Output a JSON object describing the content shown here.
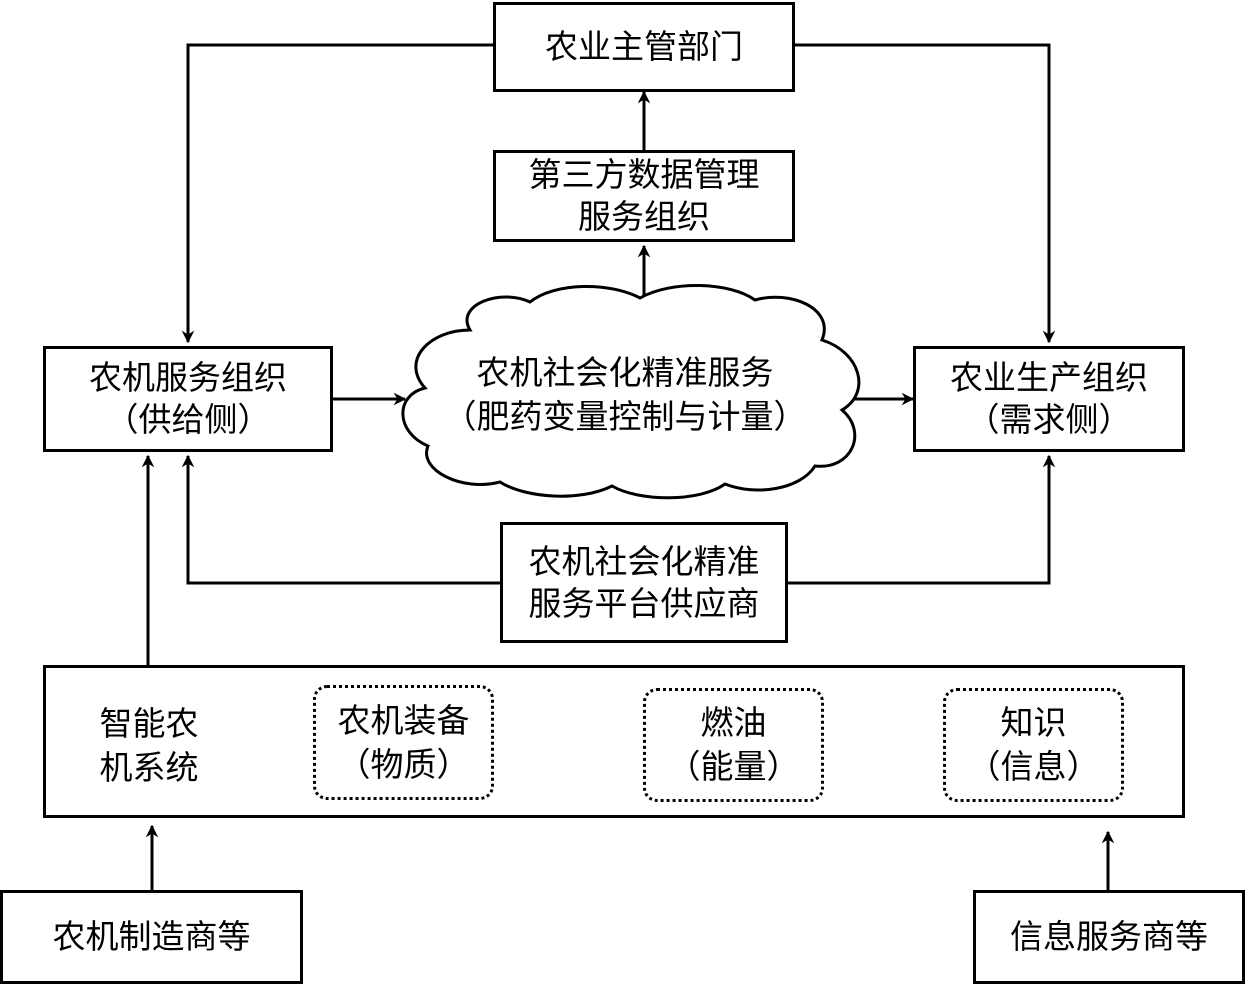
{
  "nodes": {
    "authority": {
      "lines": [
        "农业主管部门"
      ]
    },
    "third_party": {
      "lines": [
        "第三方数据管理",
        "服务组织"
      ]
    },
    "service_org": {
      "lines": [
        "农机服务组织",
        "（供给侧）"
      ]
    },
    "precision_service": {
      "lines": [
        "农机社会化精准服务",
        "（肥药变量控制与计量）"
      ]
    },
    "production_org": {
      "lines": [
        "农业生产组织",
        "（需求侧）"
      ]
    },
    "platform_supplier": {
      "lines": [
        "农机社会化精准",
        "服务平台供应商"
      ]
    },
    "smart_system": {
      "label": [
        "智能农",
        "机系统"
      ],
      "equipment": [
        "农机装备",
        "（物质）"
      ],
      "fuel": [
        "燃油",
        "（能量）"
      ],
      "knowledge": [
        "知识",
        "（信息）"
      ]
    },
    "manufacturer": {
      "lines": [
        "农机制造商等"
      ]
    },
    "info_provider": {
      "lines": [
        "信息服务商等"
      ]
    }
  }
}
